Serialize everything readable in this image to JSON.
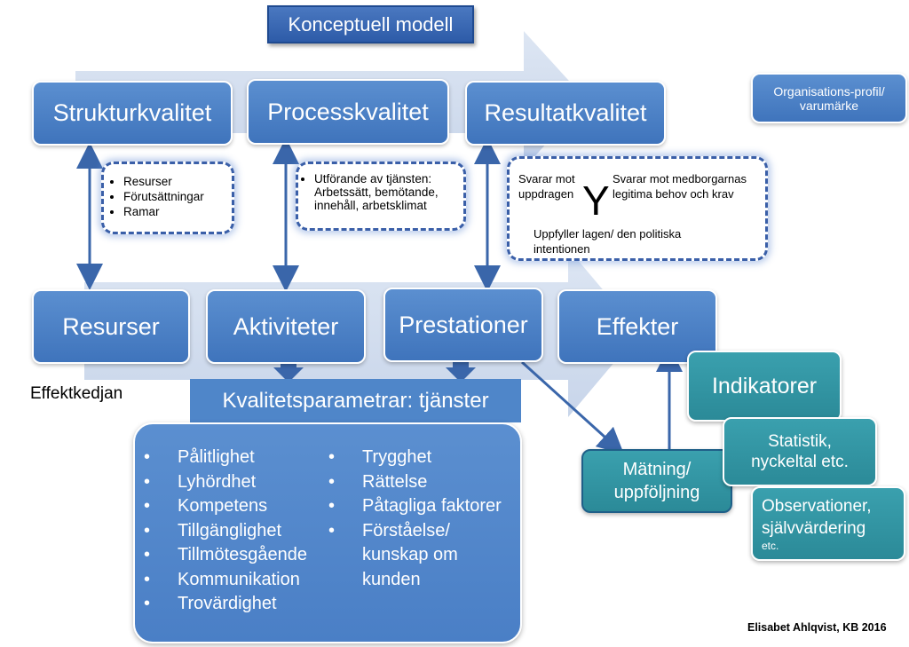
{
  "title": "Konceptuell modell",
  "top_row": [
    "Strukturkvalitet",
    "Processkvalitet",
    "Resultatkvalitet"
  ],
  "org_profile": "Organisations-profil/ varumärke",
  "struktur_notes": [
    "Resurser",
    "Förutsättningar",
    "Ramar"
  ],
  "process_note": "Utförande av tjänsten: Arbetssätt, bemötande, innehåll, arbetsklimat",
  "resultat_note": {
    "left": "Svarar mot uppdragen",
    "right": "Svarar mot medborgarnas legitima behov och krav",
    "symbol": "Y",
    "bottom": "Uppfyller lagen/ den politiska intentionen"
  },
  "bottom_row": [
    "Resurser",
    "Aktiviteter",
    "Prestationer",
    "Effekter"
  ],
  "effektkedjan": "Effektkedjan",
  "kvalitet_header": "Kvalitetsparametrar: tjänster",
  "kvalitet_col1": [
    "Pålitlighet",
    "Lyhördhet",
    "Kompetens",
    "Tillgänglighet",
    "Tillmötesgående",
    "Kommunikation",
    "Trovärdighet"
  ],
  "kvalitet_col2": [
    "Trygghet",
    "Rättelse",
    "Påtagliga faktorer",
    "Förståelse/ kunskap om kunden"
  ],
  "matning": "Mätning/ uppföljning",
  "indikatorer": "Indikatorer",
  "statistik": "Statistik, nyckeltal etc.",
  "observationer": "Observationer, självvärdering",
  "observationer_etc": "etc.",
  "author": "Elisabet Ahlqvist, KB 2016"
}
